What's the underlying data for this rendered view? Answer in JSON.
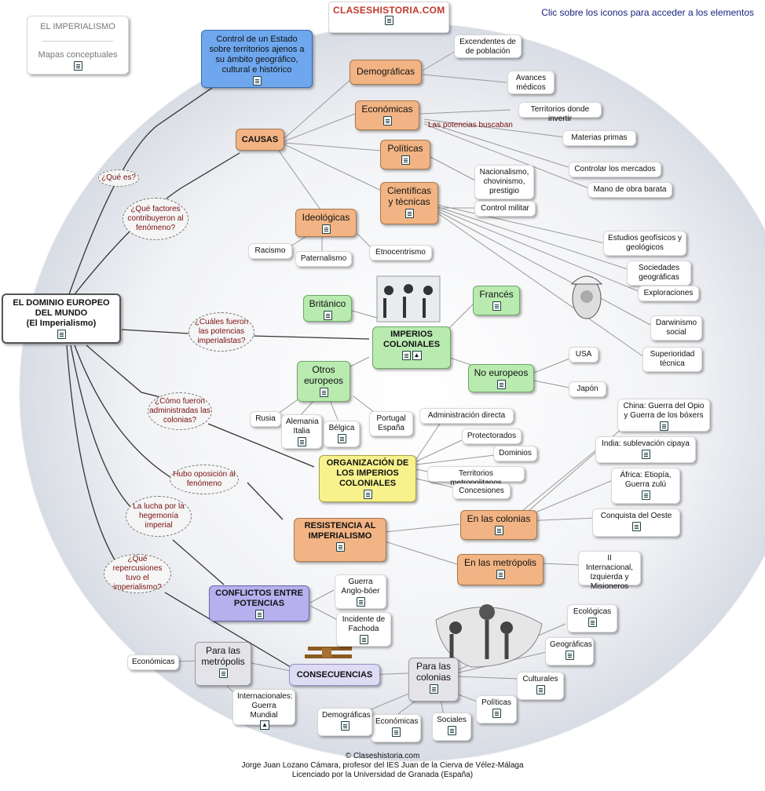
{
  "header": {
    "hint": "Clic sobre los iconos para acceder a los elementos",
    "site": "CLASESHISTORIA.COM"
  },
  "topbox": {
    "title": "EL IMPERIALISMO",
    "subtitle": "Mapas conceptuales"
  },
  "main": {
    "line1": "EL DOMINIO EUROPEO",
    "line2": "DEL MUNDO",
    "line3": "(El Imperialismo)"
  },
  "definition": "Control de un Estado sobre territorios ajenos a su ámbito geográfico, cultural e histórico",
  "questions": {
    "que_es": "¿Qué es?",
    "factores": "¿Qué factores contribuyeron al fenómeno?",
    "potencias": "¿Cuáles fueron las potencias imperialistas?",
    "administradas": "¿Cómo fueron administradas las colonias?",
    "oposicion": "Hubo oposición al fenómeno",
    "lucha": "La lucha por la hegemonía imperial",
    "repercusiones": "¿Qué repercusiones tuvo el imperialismo?"
  },
  "causas": {
    "title": "CAUSAS",
    "demograficas": "Demográficas",
    "excedentes": "Excendentes de de población",
    "avances": "Avances médicos",
    "economicas": "Económicas",
    "buscaban": "Las potencias buscaban",
    "territorios": "Territorios donde invertir",
    "materias": "Materias primas",
    "mercados": "Controlar los mercados",
    "mano": "Mano de obra barata",
    "politicas": "Políticas",
    "nacionalismo": "Nacionalismo, chovinismo, prestigio",
    "control": "Control militar",
    "cientificas": "Científicas y técnicas",
    "estudios": "Estudios geofísicos y geológicos",
    "sociedades": "Sociedades geográficas",
    "exploraciones": "Exploraciones",
    "darwinismo": "Darwinismo social",
    "superioridad": "Superioridad técnica",
    "ideologicas": "Ideológicas",
    "racismo": "Racismo",
    "paternalismo": "Paternalismo",
    "etnocentrismo": "Etnocentrismo"
  },
  "imperios": {
    "title": "IMPERIOS COLONIALES",
    "britanico": "Británico",
    "frances": "Francés",
    "no_europeos": "No europeos",
    "usa": "USA",
    "japon": "Japón",
    "otros": "Otros europeos",
    "rusia": "Rusia",
    "alemania": "Alemania Italia",
    "belgica": "Bélgica",
    "portugal": "Portugal España"
  },
  "organizacion": {
    "title": "ORGANIZACIÓN DE LOS IMPERIOS COLONIALES",
    "directa": "Administración directa",
    "protectorados": "Protectorados",
    "dominios": "Dominios",
    "metropolitanos": "Territorios metropolitanos",
    "concesiones": "Concesiones"
  },
  "resistencia": {
    "title": "RESISTENCIA AL IMPERIALISMO",
    "colonias": "En las colonias",
    "china": "China: Guerra del Opio y Guerra de los bóxers",
    "india": "India: sublevación cipaya",
    "africa": "África: Etiopía, Guerra zulú",
    "oeste": "Conquista del Oeste",
    "metropolis": "En las metrópolis",
    "internacional": "II Internacional, Izquierda y Misioneros"
  },
  "conflictos": {
    "title": "CONFLICTOS ENTRE POTENCIAS",
    "boer": "Guerra Anglo-bóer",
    "fachoda": "Incidente de Fachoda"
  },
  "consecuencias": {
    "title": "CONSECUENCIAS",
    "metropolis": "Para las metrópolis",
    "economicas_m": "Económicas",
    "internacionales": "Internacionales: Guerra Mundial",
    "colonias": "Para las colonias",
    "ecologicas": "Ecológicas",
    "geograficas": "Geográficas",
    "culturales": "Culturales",
    "politicas": "Políticas",
    "sociales": "Sociales",
    "economicas_c": "Económicas",
    "demograficas": "Demográficas"
  },
  "footer": {
    "line1": "© Claseshistoria.com",
    "line2": "Jorge Juan Lozano Cámara, profesor del IES Juan de la Cierva de Vélez-Málaga",
    "line3": "Licenciado por la Universidad de Granada (España)"
  },
  "colors": {
    "causes": "#f2b484",
    "empires": "#b9eab0",
    "organization": "#f7f28c",
    "definition": "#6ea7ee",
    "conflicts": "#b6b0ee",
    "question_text": "#7a1010"
  }
}
